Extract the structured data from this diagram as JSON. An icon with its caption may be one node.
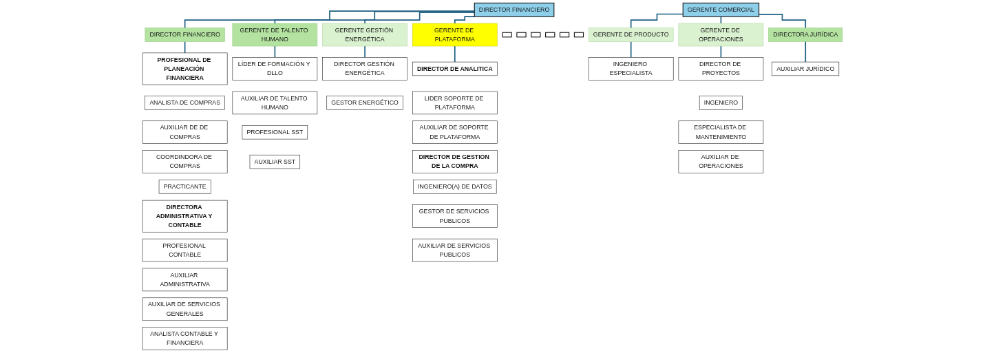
{
  "diagram": {
    "nodes": [
      {
        "text": [
          "DIRECTOR FINANCIERO"
        ]
      },
      {
        "text": [
          "GERENTE COMERCIAL"
        ]
      },
      {
        "text": [
          "DIRECTOR FINANCIERO"
        ]
      },
      {
        "text": [],
        "shape": "box"
      },
      {
        "text": [
          "GERENTE DE TALENTO HUMANO"
        ]
      },
      {
        "text": [],
        "shape": "box"
      },
      {
        "text": [
          "GERENTE GESTIÓN ENERGÉTICA"
        ]
      },
      {
        "text": [],
        "shape": "box"
      },
      {
        "text": [
          "GERENTE DE PLATAFORMA"
        ]
      },
      {
        "text": [],
        "shape": "box"
      },
      {
        "text": [
          "GERENTE DE PRODUCTO"
        ]
      },
      {
        "text": [],
        "shape": "box"
      },
      {
        "text": [
          "GERENTE DE OPERACIONES"
        ]
      },
      {
        "text": [],
        "shape": "box"
      },
      {
        "text": [
          "DIRECTORA JURÍDICA"
        ]
      },
      {
        "text": [
          "PROFESIONAL DE PLANEACIÓN FINANCIERA"
        ]
      },
      {
        "text": [
          "ANALISTA DE COMPRAS"
        ]
      },
      {
        "text": [
          "AUXILIAR DE DE COMPRAS"
        ]
      },
      {
        "text": [
          "COORDINDORA DE COMPRAS"
        ]
      },
      {
        "text": [
          "PRACTICANTE"
        ]
      },
      {
        "text": [
          "DIRECTORA ADMINISTRATIVA Y CONTABLE"
        ]
      },
      {
        "text": [
          "PROFESIONAL CONTABLE"
        ]
      },
      {
        "text": [
          "AUXILIAR ADMINISTRATIVA"
        ]
      },
      {
        "text": [
          "AUXILIAR DE SERVICIOS GENERALES"
        ]
      },
      {
        "text": [
          "ANALISTA CONTABLE Y FINANCIERA"
        ]
      },
      {
        "text": [
          "LÍDER DE FORMACIÓN Y DLLO"
        ]
      },
      {
        "text": [
          "AUXILIAR DE TALENTO HUMANO"
        ]
      },
      {
        "text": [
          "PROFESIONAL SST"
        ]
      },
      {
        "text": [
          "AUXILIAR SST"
        ]
      },
      {
        "text": [
          "DIRECTOR GESTIÓN ENERGÉTICA"
        ]
      },
      {
        "text": [
          "GESTOR ENERGÉTICO"
        ]
      },
      {
        "text": [
          "DIRECTOR DE ANALITICA"
        ]
      },
      {
        "text": [
          "LIDER SOPORTE DE PLATAFORMA"
        ]
      },
      {
        "text": [
          "AUXILIAR DE SOPORTE DE PLATAFORMA"
        ]
      },
      {
        "text": [
          "DIRECTOR DE GESTION DE LA COMPRA"
        ]
      },
      {
        "text": [
          "INGENIERO(A) DE DATOS"
        ]
      },
      {
        "text": [
          "GESTOR DE SERVICIOS PUBLICOS"
        ]
      },
      {
        "text": [
          "AUXILIAR DE SERVICIOS PUBLICOS"
        ]
      },
      {
        "text": [
          "INGENIERO ESPECIALISTA"
        ]
      },
      {
        "text": [
          "DIRECTOR DE PROYECTOS"
        ]
      },
      {
        "text": [
          "INGENIERO"
        ]
      },
      {
        "text": [
          "ESPECIALISTA DE MANTENIMIENTO"
        ]
      },
      {
        "text": [
          "AUXILIAR DE OPERACIONES"
        ]
      },
      {
        "text": [
          "AUXILIAR JURÍDICO"
        ]
      }
    ],
    "edges": [
      {
        "from": 0,
        "to": 2,
        "arrow": "none"
      },
      {
        "from": 0,
        "to": 4,
        "arrow": "none"
      },
      {
        "from": 0,
        "to": 6,
        "arrow": "none"
      },
      {
        "from": 0,
        "to": 8,
        "arrow": "none"
      },
      {
        "from": 1,
        "to": 10,
        "arrow": "none"
      },
      {
        "from": 1,
        "to": 12,
        "arrow": "none"
      },
      {
        "from": 1,
        "to": 14,
        "arrow": "none"
      },
      {
        "from": 2,
        "to": 15,
        "arrow": "none"
      },
      {
        "from": 4,
        "to": 25,
        "arrow": "none"
      },
      {
        "from": 6,
        "to": 29,
        "arrow": "none"
      },
      {
        "from": 8,
        "to": 31,
        "arrow": "none"
      },
      {
        "from": 10,
        "to": 38,
        "arrow": "none"
      },
      {
        "from": 12,
        "to": 39,
        "arrow": "none"
      },
      {
        "from": 14,
        "to": 43,
        "arrow": "none"
      }
    ]
  }
}
